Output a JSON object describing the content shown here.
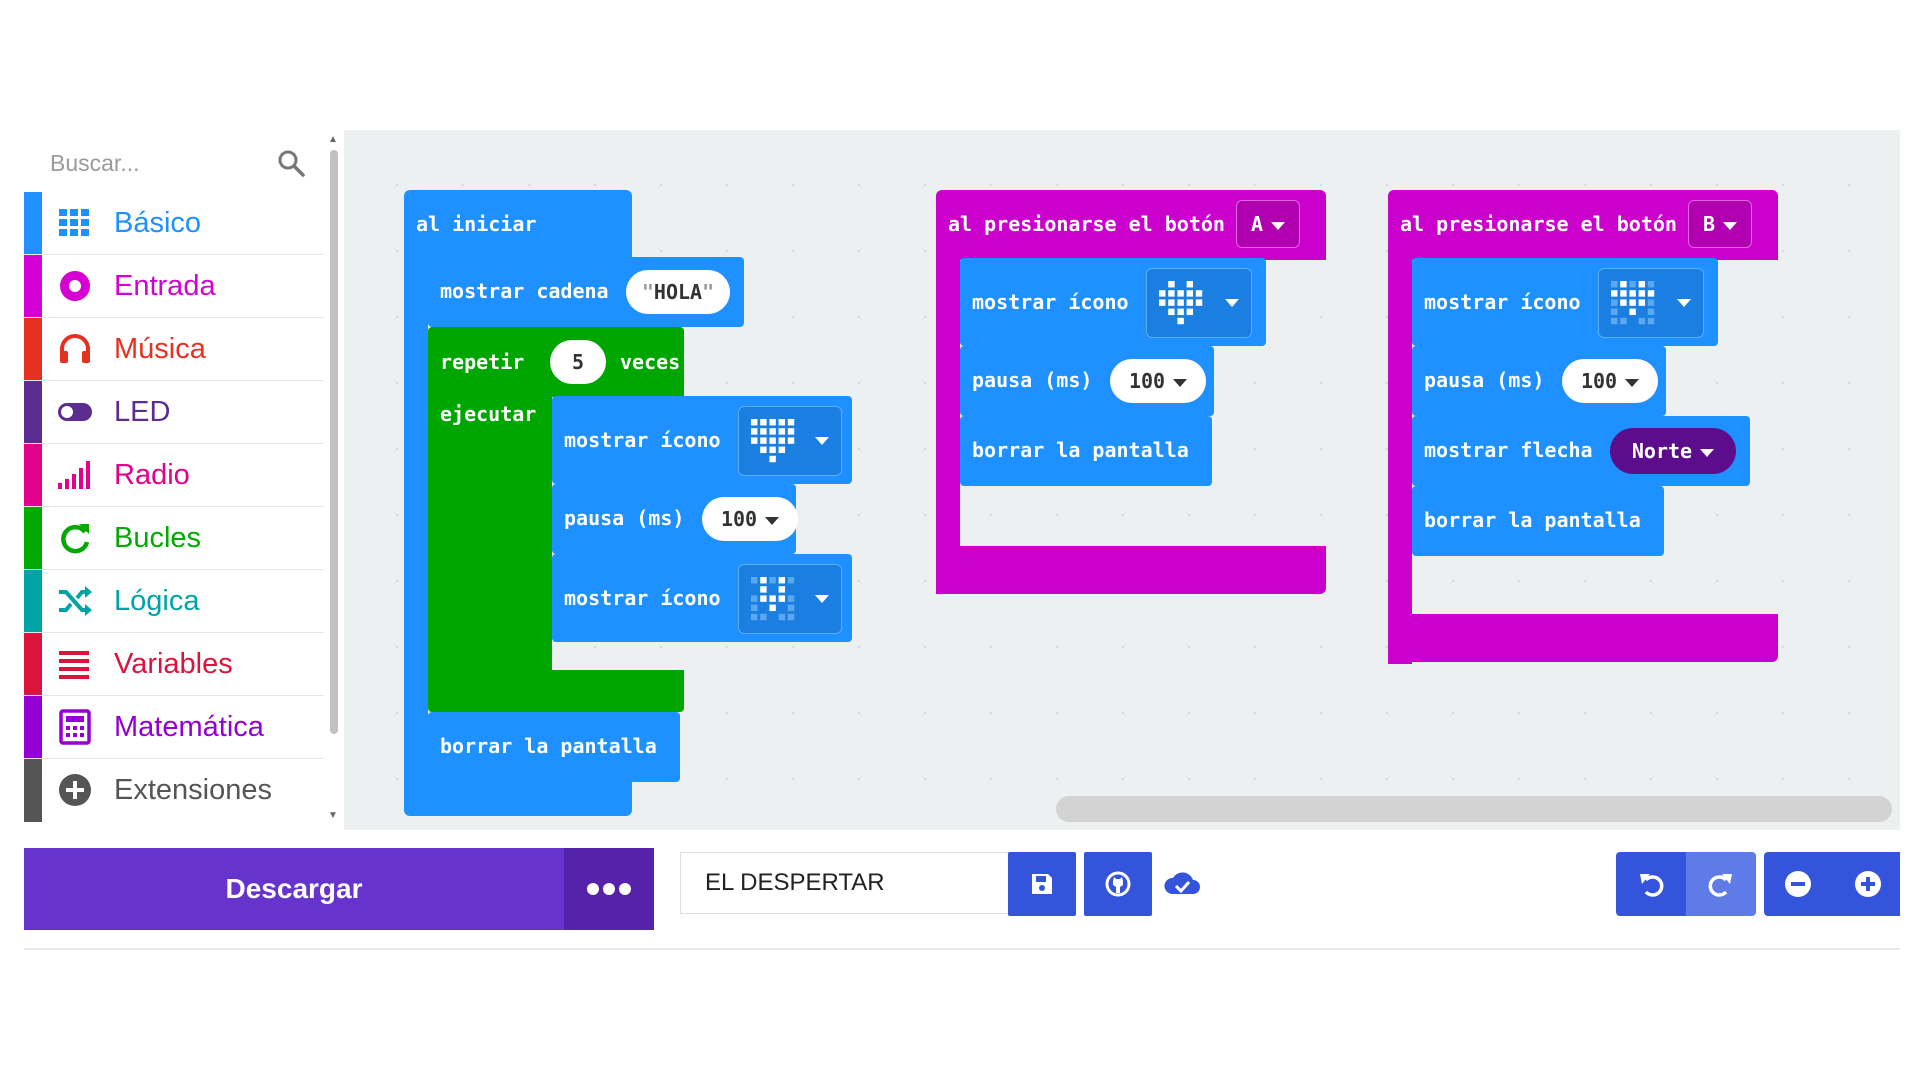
{
  "search": {
    "placeholder": "Buscar..."
  },
  "categories": [
    {
      "label": "Básico",
      "color": "#1e90ff",
      "icon": "grid-icon"
    },
    {
      "label": "Entrada",
      "color": "#d400d4",
      "icon": "target-icon"
    },
    {
      "label": "Música",
      "color": "#e63022",
      "icon": "headphones-icon"
    },
    {
      "label": "LED",
      "color": "#5c2d91",
      "icon": "toggle-icon"
    },
    {
      "label": "Radio",
      "color": "#e3008c",
      "icon": "signal-bars-icon"
    },
    {
      "label": "Bucles",
      "color": "#00aa00",
      "icon": "loop-icon"
    },
    {
      "label": "Lógica",
      "color": "#00a4a6",
      "icon": "shuffle-icon"
    },
    {
      "label": "Variables",
      "color": "#dc143c",
      "icon": "list-icon"
    },
    {
      "label": "Matemática",
      "color": "#9400d3",
      "icon": "calculator-icon"
    },
    {
      "label": "Extensiones",
      "color": "#555555",
      "icon": "plus-circle-icon"
    }
  ],
  "blocks": {
    "on_start": {
      "hat": "al iniciar",
      "show_string": "mostrar cadena",
      "string_value": "HOLA",
      "repeat": "repetir",
      "repeat_count": "5",
      "times": "veces",
      "do": "ejecutar",
      "show_icon_1": "mostrar ícono",
      "pause_1": "pausa (ms)",
      "pause_1_value": "100",
      "show_icon_2": "mostrar ícono",
      "clear": "borrar la pantalla"
    },
    "button_a": {
      "hat": "al presionarse el botón",
      "button": "A",
      "show_icon": "mostrar ícono",
      "pause": "pausa (ms)",
      "pause_value": "100",
      "clear": "borrar la pantalla"
    },
    "button_b": {
      "hat": "al presionarse el botón",
      "button": "B",
      "show_icon": "mostrar ícono",
      "pause": "pausa (ms)",
      "pause_value": "100",
      "show_arrow": "mostrar flecha",
      "arrow_value": "Norte",
      "clear": "borrar la pantalla"
    }
  },
  "bottom": {
    "download": "Descargar",
    "project_name": "EL DESPERTAR"
  }
}
